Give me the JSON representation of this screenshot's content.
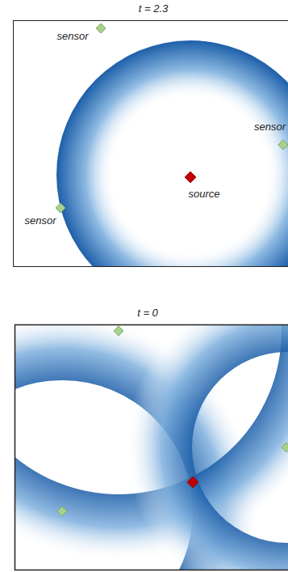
{
  "diagram": {
    "labels": [
      "t = 2.3",
      "sensor",
      "sensor",
      "sensor",
      "source",
      "t = 0"
    ]
  }
}
